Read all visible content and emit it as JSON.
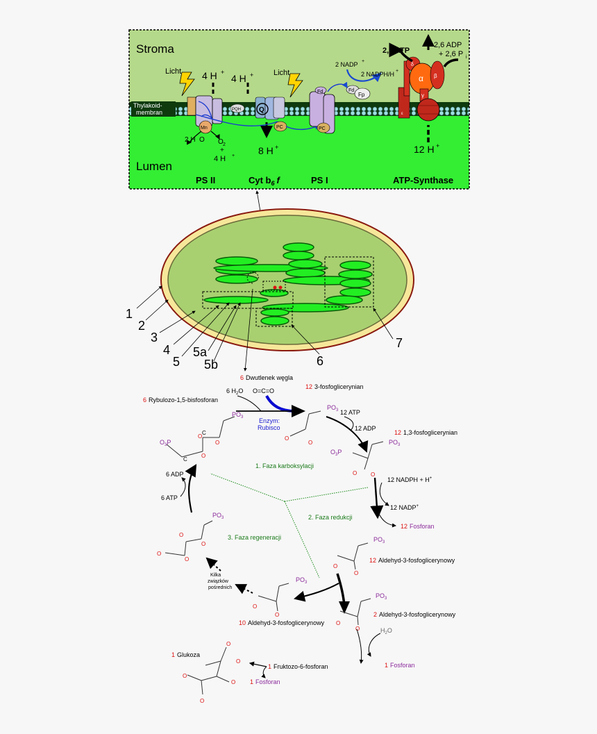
{
  "thylakoid_panel": {
    "stroma": "Stroma",
    "lumen": "Lumen",
    "membrane_line1": "Thylakoid-",
    "membrane_line2": "membran",
    "light_left": "Licht",
    "light_right": "Licht",
    "h_ps2": "4 H",
    "h_cyt": "4 H",
    "h_lumen_cyt": "8 H",
    "h_atp": "12 H",
    "plus": "+",
    "water": "2 H",
    "water_o": "O",
    "oxygen": "O",
    "oxygen_sub": "2",
    "h_ps2_lumen": "4 H",
    "nadp": "2 NADP",
    "nadph": "2 NADPH/H",
    "atp": "2,6 ATP",
    "adp": "2,6 ADP",
    "pi": "+ 2,6 P",
    "pi_sub": "i",
    "label_ps2": "PS II",
    "label_cyt": "Cyt b",
    "label_cyt_sub": "6",
    "label_cyt_f": "f",
    "label_ps1": "PS I",
    "label_atpsynth": "ATP-Synthase",
    "pqh2": "PQH",
    "mn": "Mn",
    "pc1": "PC",
    "pc2": "PC",
    "fd1": "Fd",
    "fd2": "Fd",
    "fp": "Fp",
    "q": "Q",
    "alpha": "α",
    "beta": "β",
    "gamma": "γ",
    "delta": "δ",
    "epsilon": "ε"
  },
  "chloroplast": {
    "labels": [
      "1",
      "2",
      "3",
      "4",
      "5a",
      "5b",
      "6",
      "7"
    ]
  },
  "calvin_cycle": {
    "co2_count": "6",
    "co2_name": "Dwutlenek węgla",
    "co2_formula": "O=C=O",
    "rubp_count": "6",
    "rubp_name": "Rybulozo-1,5-bisfosforan",
    "water_in": "6 H",
    "water_in_o": "O",
    "enzyme_line1": "Enzym:",
    "enzyme_line2": "Rubisco",
    "pga_count": "12",
    "pga_name": "3-fosfoglicerynian",
    "atp_in": "12 ATP",
    "adp_out": "12 ADP",
    "bpg_count": "12",
    "bpg_name": "1,3-fosfoglicerynian",
    "nadph_in": "12 NADPH + H",
    "nadp_out": "12 NADP",
    "pi_out_count": "12",
    "pi_out_name": "Fosforan",
    "g3p_count": "12",
    "g3p_name": "Aldehyd-3-fosfoglicerynowy",
    "g3p2_count": "2",
    "g3p2_name": "Aldehyd-3-fosfoglicerynowy",
    "g3p10_count": "10",
    "g3p10_name": "Aldehyd-3-fosfoglicerynowy",
    "adp_regen": "6 ADP",
    "atp_regen": "6 ATP",
    "phase1": "1. Faza karboksylacji",
    "phase2": "2. Faza redukcji",
    "phase3": "3. Faza regeneracji",
    "intermediates_1": "Kilka",
    "intermediates_2": "związków",
    "intermediates_3": "pośrednich",
    "h2o_label": "H",
    "h2o_o": "O",
    "pi_bottom_count": "1",
    "pi_bottom_name": "Fosforan",
    "f6p_count": "1",
    "f6p_name": "Fruktozo-6-fosforan",
    "glucose_count": "1",
    "glucose_name": "Glukoza",
    "pi_glu_count": "1",
    "pi_glu_name": "Fosforan",
    "po3": "PO",
    "o3p": "O",
    "po3_sub": "3",
    "o3p_p": "P"
  },
  "colors": {
    "stroma": "#b5d98a",
    "lumen": "#33ee33",
    "grana": "#22ee22",
    "envelope": "#f6e79a",
    "red_count": "#d11",
    "phase_green": "#1a7a1a",
    "phosphate": "#8a2a9a",
    "enzyme_blue": "#1a1ad0"
  }
}
